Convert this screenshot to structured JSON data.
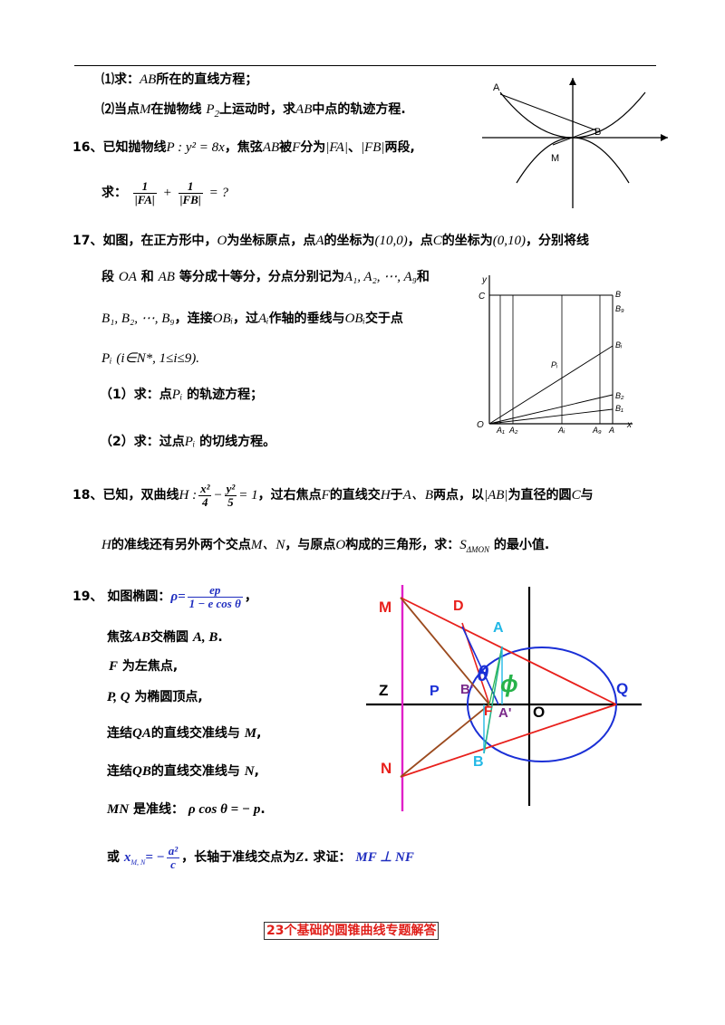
{
  "header_rule": true,
  "p15": {
    "q1_prefix": "⑴求：",
    "q1_var": "AB",
    "q1_suffix": "所在的直线方程；",
    "q2_prefix": "⑵当点",
    "q2_var_m": "M",
    "q2_mid1": "在抛物线",
    "q2_var_p": "P",
    "q2_sub": "2",
    "q2_mid2": "上运动时，求",
    "q2_var_ab": "AB",
    "q2_suffix": "中点的轨迹方程."
  },
  "p16": {
    "num": "16、",
    "text1": "已知抛物线",
    "eq": "P : y² = 8x",
    "text2": "，焦弦",
    "var_ab": "AB",
    "text3": "被",
    "var_f": "F",
    "text4": "分为",
    "fa": "|FA|",
    "sep": "、",
    "fb": "|FB|",
    "text5": "两段,",
    "ask": "求：",
    "frac1_num": "1",
    "frac1_den": "|FA|",
    "plus": "+",
    "frac2_num": "1",
    "frac2_den": "|FB|",
    "tail": "= ?"
  },
  "p17": {
    "num": "17、",
    "line1_a": "如图，在正方形中，",
    "O": "O",
    "line1_b": "为坐标原点，点",
    "A": "A",
    "line1_c": "的坐标为",
    "A_coord": "(10,0)",
    "line1_d": "，点",
    "C": "C",
    "line1_e": "的坐标为",
    "C_coord": "(0,10)",
    "line1_f": "，分别将线",
    "line2_a": "段",
    "OA": "OA",
    "line2_b": "和",
    "AB": "AB",
    "line2_c": "等分成十等分，分点分别记为",
    "Alist": "A₁, A₂, ⋯, A₉",
    "line2_d": "和",
    "Blist": "B₁, B₂, ⋯, B₉",
    "line3_a": "，连接",
    "OBi": "OBᵢ",
    "line3_b": "，过",
    "Ai": "Aᵢ",
    "line3_c": "作轴的垂线与",
    "OBi2": "OBᵢ",
    "line3_d": "交于点",
    "Pi": "Pᵢ",
    "cond": "(i∈N*, 1≤i≤9).",
    "q1_a": "（1）求：点",
    "q1_pi": "Pᵢ",
    "q1_b": "的轨迹方程；",
    "q2_a": "（2）求：过点",
    "q2_pi": "Pᵢ",
    "q2_b": "的切线方程。"
  },
  "p18": {
    "num": "18、",
    "text1": "已知，双曲线",
    "H": "H :",
    "fx_num": "x²",
    "fx_den": "4",
    "minus": "−",
    "fy_num": "y²",
    "fy_den": "5",
    "eq1": "= 1",
    "text2": "，过右焦点",
    "F": "F",
    "text3": "的直线交",
    "H2": "H",
    "text4": "于",
    "AB2": "A、B",
    "text5": "两点，以",
    "absAB": "|AB|",
    "text6": "为直径的圆",
    "C": "C",
    "text7": "与",
    "line2_H": "H",
    "line2_a": "的准线还有另外两个交点",
    "MN": "M、N",
    "line2_b": "，与原点",
    "O": "O",
    "line2_c": "构成的三角形，求：",
    "S": "S",
    "S_sub": "ΔMON",
    "line2_d": "的最小值."
  },
  "p19": {
    "num": "19、",
    "intro": "如图椭圆：",
    "rho_eq": "ρ=",
    "frac_num": "ep",
    "frac_den": "1 − e cos θ",
    "comma": "，",
    "l1_a": "焦弦",
    "l1_ab": "AB",
    "l1_b": "交椭圆",
    "l1_pts": "A, B",
    "l1_c": ".",
    "l2_f": "F",
    "l2_a": "为左焦点,",
    "l3_pq": "P, Q",
    "l3_a": "为椭圆顶点,",
    "l4_a": "连结",
    "l4_qa": "QA",
    "l4_b": "的直线交准线与",
    "l4_m": "M",
    "l4_c": ",",
    "l5_a": "连结",
    "l5_qb": "QB",
    "l5_b": "的直线交准线与",
    "l5_n": "N",
    "l5_c": ",",
    "l6_mn": "MN",
    "l6_a": "是准线：",
    "l6_eq": "ρ cos θ = − p",
    "l6_c": ".",
    "l7_a": "或",
    "l7_x": "x",
    "l7_sub": "M, N",
    "l7_eq": "= −",
    "l7_num": "a²",
    "l7_den": "c",
    "l7_b": "，长轴于准线交点为",
    "l7_z": "Z",
    "l7_c": ". 求证：",
    "l7_proof": "MF ⊥ NF"
  },
  "fig15": {
    "A": "A",
    "B": "B",
    "M": "M"
  },
  "fig17": {
    "y": "y",
    "x": "x",
    "C": "C",
    "O": "O",
    "B": "B",
    "B9": "B₉",
    "Bi": "Bᵢ",
    "B2": "B₂",
    "B1": "B₁",
    "A1": "A₁",
    "A2": "A₂",
    "Ai": "Aᵢ",
    "A9": "A₉",
    "A": "A",
    "Pi": "Pᵢ"
  },
  "fig19": {
    "M": "M",
    "D": "D",
    "A": "A",
    "Z": "Z",
    "P": "P",
    "Bp": "B'",
    "F": "F",
    "Ap": "A'",
    "O": "O",
    "Q": "Q",
    "B": "B",
    "N": "N",
    "theta": "θ",
    "phi": "ϕ",
    "colors": {
      "red": "#e8201c",
      "blue": "#1a2fd6",
      "pink": "#e020c8",
      "cyan": "#22b8e6",
      "brown": "#9b4a1e",
      "green": "#27b24a",
      "purple": "#7a2a8a"
    }
  },
  "footer": {
    "link": "23个基础的圆锥曲线专题解答"
  }
}
